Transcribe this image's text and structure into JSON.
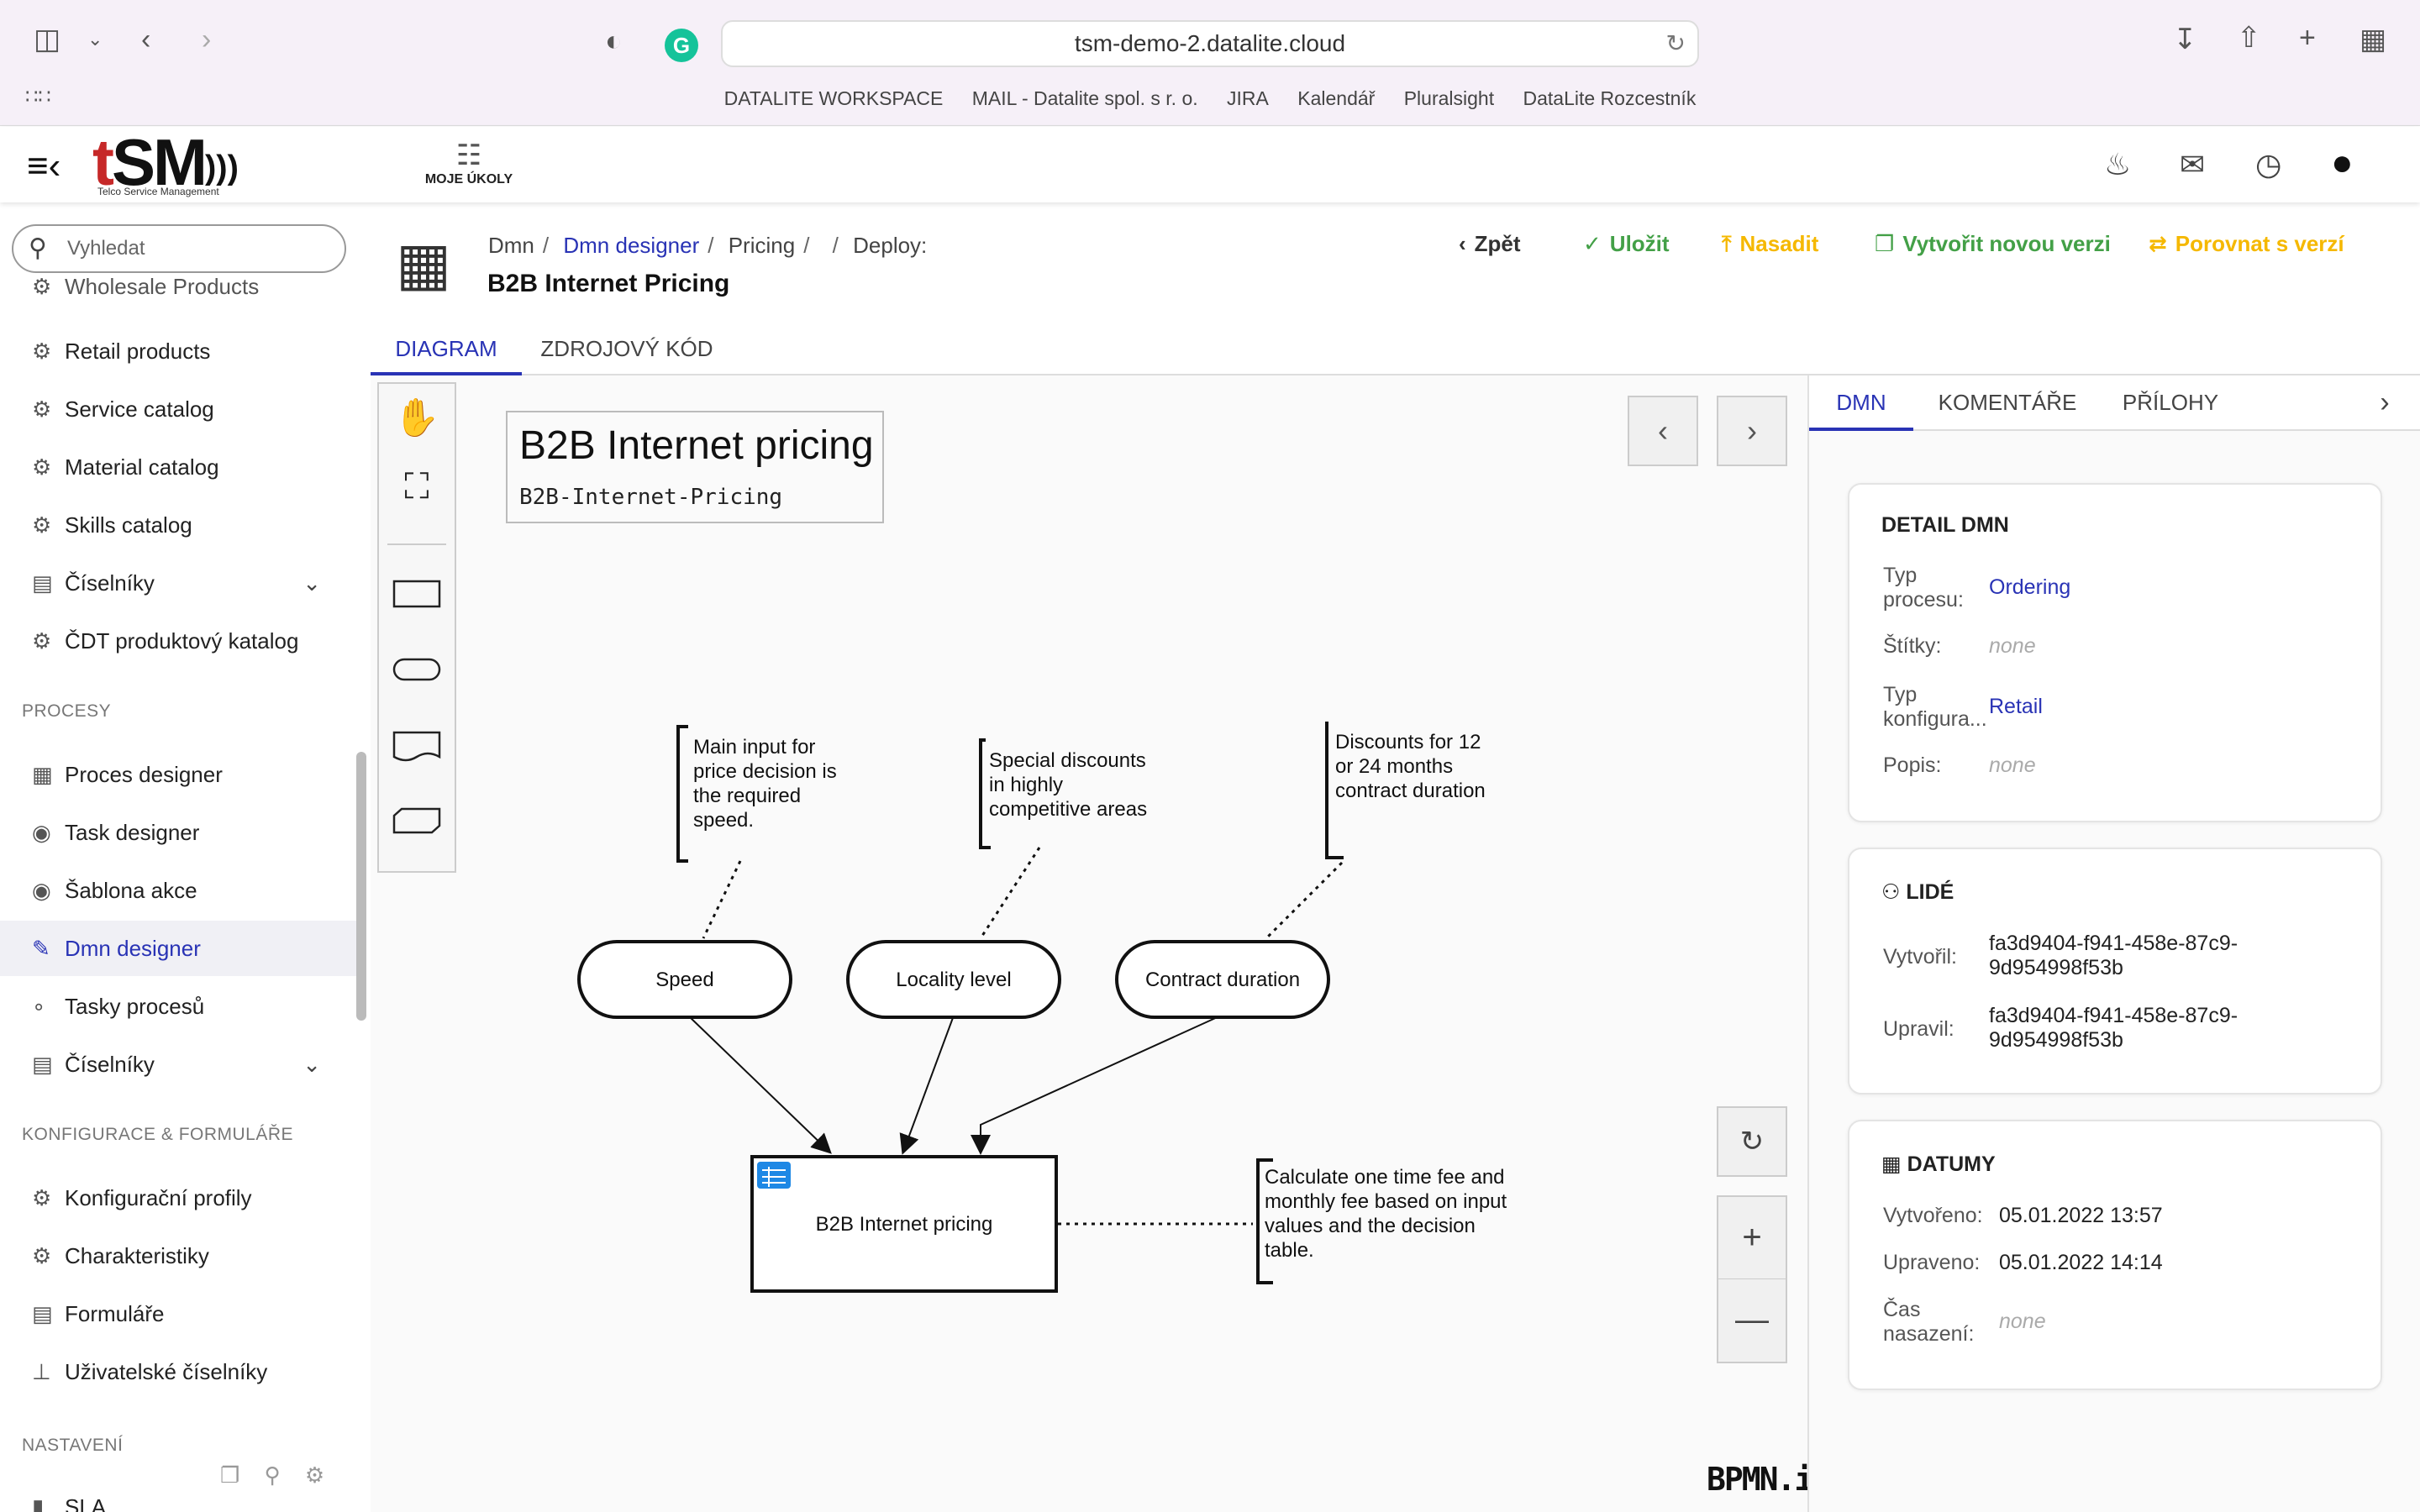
{
  "browser": {
    "url": "tsm-demo-2.datalite.cloud",
    "bookmarks": [
      "DATALITE WORKSPACE",
      "MAIL - Datalite spol. s r. o.",
      "JIRA",
      "Kalendář",
      "Pluralsight",
      "DataLite Rozcestník"
    ]
  },
  "header": {
    "logo_text": "tSM",
    "logo_sub": "Telco Service Management",
    "tasks_label": "MOJE ÚKOLY"
  },
  "sidebar": {
    "search_placeholder": "Vyhledat",
    "partial_item": "Wholesale Products",
    "catalog_items": [
      "Retail products",
      "Service catalog",
      "Material catalog",
      "Skills catalog",
      "Číselníky",
      "ČDT produktový katalog"
    ],
    "section_procesy": "PROCESY",
    "process_items": [
      "Proces designer",
      "Task designer",
      "Šablona akce",
      "Dmn designer",
      "Tasky procesů",
      "Číselníky"
    ],
    "section_konfigurace": "KONFIGURACE & FORMULÁŘE",
    "config_items": [
      "Konfigurační profily",
      "Charakteristiky",
      "Formuláře",
      "Uživatelské číselníky"
    ],
    "section_nastaveni": "NASTAVENÍ",
    "settings_items": [
      "SLA"
    ]
  },
  "page": {
    "breadcrumb": [
      "Dmn",
      "Dmn designer",
      "Pricing",
      "",
      "Deploy:"
    ],
    "title": "B2B Internet Pricing",
    "actions": {
      "back": "Zpět",
      "save": "Uložit",
      "deploy": "Nasadit",
      "new_version": "Vytvořit novou verzi",
      "compare": "Porovnat s verzí"
    },
    "tabs": [
      "DIAGRAM",
      "ZDROJOVÝ KÓD"
    ],
    "colors": {
      "accent": "#2933b5",
      "success": "#43a047",
      "warning": "#f5b800"
    }
  },
  "diagram": {
    "definition_name": "B2B Internet pricing",
    "definition_id": "B2B-Internet-Pricing",
    "inputs": [
      "Speed",
      "Locality level",
      "Contract duration"
    ],
    "decision": "B2B Internet pricing",
    "annotations": {
      "speed": [
        "Main input for",
        "price decision is",
        "the required",
        "speed."
      ],
      "locality": [
        "Special discounts",
        "in highly",
        "competitive areas"
      ],
      "contract": [
        "Discounts for 12",
        "or 24 months",
        "contract duration"
      ],
      "decision": [
        "Calculate one time fee and",
        "monthly fee based on input",
        "values and the decision",
        "table."
      ]
    },
    "watermark": "BPMN.iO"
  },
  "panel": {
    "tabs": [
      "DMN",
      "KOMENTÁŘE",
      "PŘÍLOHY"
    ],
    "detail": {
      "title": "DETAIL DMN",
      "process_type_label": [
        "Typ",
        "procesu:"
      ],
      "process_type": "Ordering",
      "tags_label": "Štítky:",
      "tags": "none",
      "config_type_label": [
        "Typ",
        "konfigura..."
      ],
      "config_type": "Retail",
      "desc_label": "Popis:",
      "desc": "none"
    },
    "people": {
      "title": "LIDÉ",
      "created_label": "Vytvořil:",
      "created": [
        "fa3d9404-f941-458e-87c9-",
        "9d954998f53b"
      ],
      "updated_label": "Upravil:",
      "updated": [
        "fa3d9404-f941-458e-87c9-",
        "9d954998f53b"
      ]
    },
    "dates": {
      "title": "DATUMY",
      "created_label": "Vytvořeno:",
      "created": "05.01.2022 13:57",
      "updated_label": "Upraveno:",
      "updated": "05.01.2022 14:14",
      "deploy_label": [
        "Čas",
        "nasazení:"
      ],
      "deploy": "none"
    }
  }
}
